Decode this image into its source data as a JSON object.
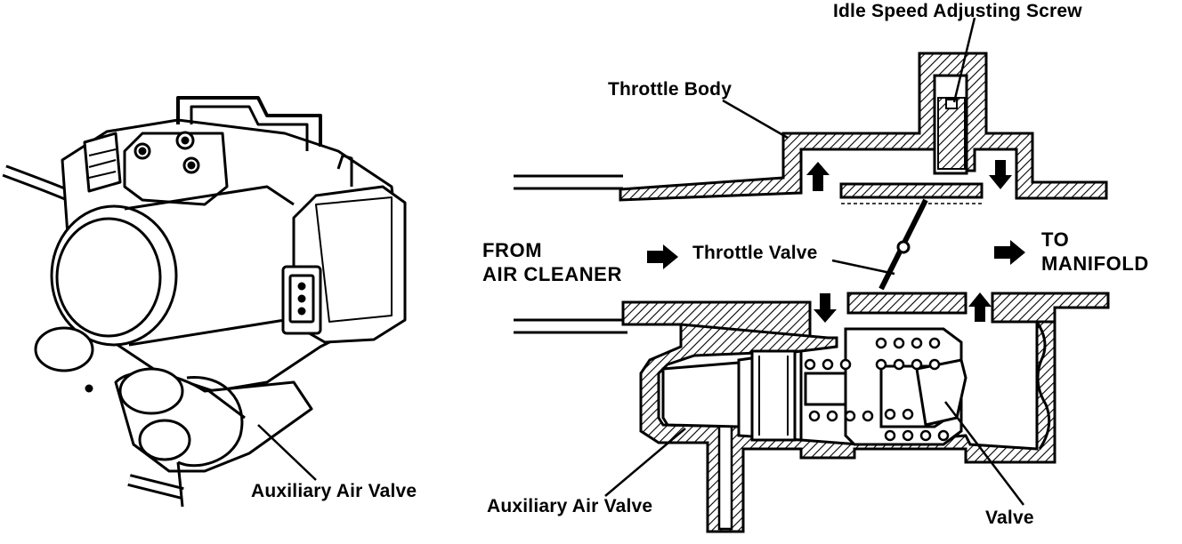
{
  "labels": {
    "idle_screw": "Idle Speed Adjusting Screw",
    "throttle_body": "Throttle Body",
    "from_air_cleaner_1": "FROM",
    "from_air_cleaner_2": "AIR CLEANER",
    "throttle_valve": "Throttle Valve",
    "to_manifold_1": "TO",
    "to_manifold_2": "MANIFOLD",
    "aux_air_valve_left": "Auxiliary Air Valve",
    "aux_air_valve_right": "Auxiliary Air Valve",
    "valve": "Valve"
  },
  "colors": {
    "ink": "#000000",
    "paper": "#ffffff"
  }
}
